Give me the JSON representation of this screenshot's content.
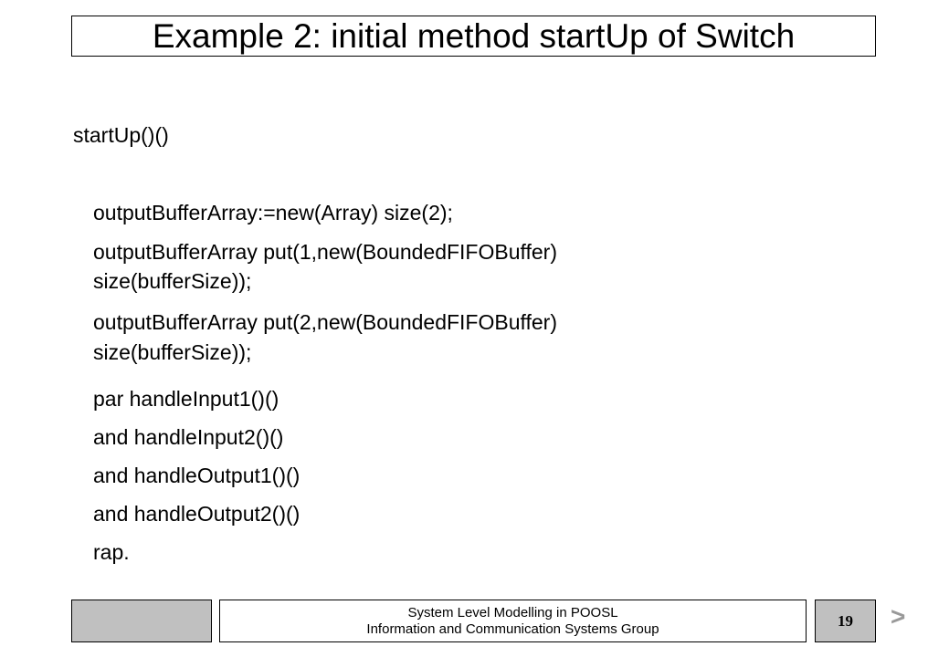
{
  "slide": {
    "title": "Example 2: initial method startUp of Switch",
    "method_signature": "startUp()()",
    "code_lines": [
      "outputBufferArray:=new(Array) size(2);",
      "outputBufferArray put(1,new(BoundedFIFOBuffer)",
      "size(bufferSize));",
      "outputBufferArray put(2,new(BoundedFIFOBuffer)",
      "size(bufferSize));",
      "par   handleInput1()()",
      "and  handleInput2()()",
      "and  handleOutput1()()",
      "and  handleOutput2()()",
      "rap."
    ]
  },
  "footer": {
    "line1": "System Level Modelling in POOSL",
    "line2": "Information and Communication Systems Group",
    "page_number": "19",
    "next_glyph": ">",
    "next_icon": "chevron-right-icon"
  }
}
